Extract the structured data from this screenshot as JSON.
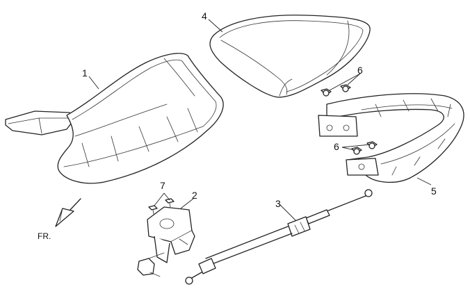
{
  "callouts": {
    "c1": "1",
    "c2": "2",
    "c3": "3",
    "c4": "4",
    "c5": "5",
    "c6a": "6",
    "c6b": "6",
    "c7": "7"
  },
  "direction_label": "FR."
}
